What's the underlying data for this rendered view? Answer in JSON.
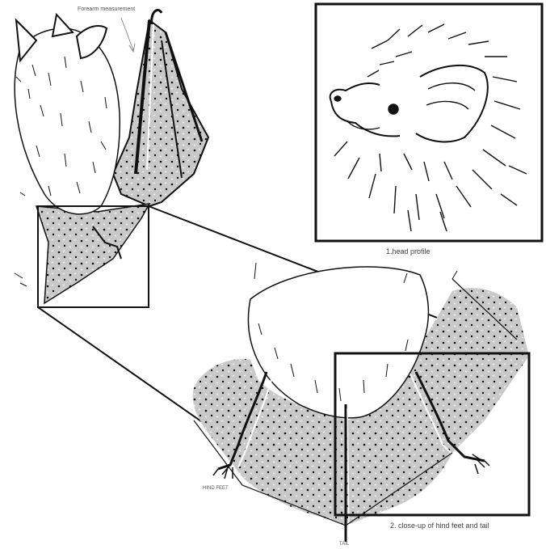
{
  "labels": {
    "forearm": "Forearm measurement",
    "head_profile": "1.head profile",
    "hind_closeup": "2. close-up of hind feet and tail",
    "hind_feet": "HIND FEET",
    "tail": "TAIL"
  },
  "colors": {
    "ink": "#111111",
    "membrane": "#c9c9c9",
    "frame": "#111111",
    "background": "#ffffff"
  }
}
